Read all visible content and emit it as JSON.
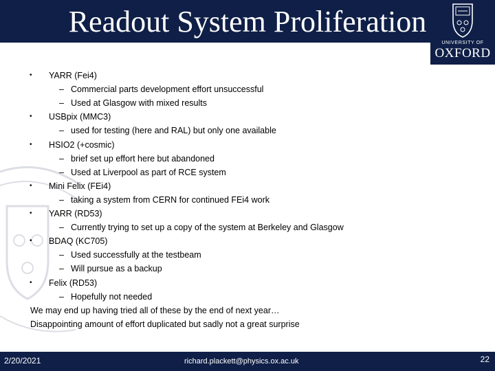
{
  "slide": {
    "title": "Readout System Proliferation",
    "logo": {
      "university_text": "UNIVERSITY OF",
      "name": "OXFORD",
      "icon": "oxford-crest-icon"
    },
    "colors": {
      "header_bg": "#0f1f47",
      "text": "#000000"
    },
    "items": [
      {
        "text": "YARR (Fei4)",
        "subitems": [
          "Commercial parts development effort unsuccessful",
          "Used at Glasgow with mixed results"
        ]
      },
      {
        "text": "USBpix (MMC3)",
        "subitems": [
          "used for testing (here and RAL) but only one available"
        ]
      },
      {
        "text": "HSIO2 (+cosmic)",
        "subitems": [
          "brief set up effort here but abandoned",
          "Used at Liverpool as part of RCE system"
        ]
      },
      {
        "text": "Mini Felix (FEi4)",
        "subitems": [
          "taking a system from CERN for continued FEi4 work"
        ]
      },
      {
        "text": "YARR (RD53)",
        "subitems": [
          "Currently trying to set up a copy of the system at Berkeley and Glasgow"
        ]
      },
      {
        "text": "BDAQ (KC705)",
        "subitems": [
          "Used successfully at the testbeam",
          "Will pursue as a backup"
        ]
      },
      {
        "text": "Felix (RD53)",
        "subitems": [
          "Hopefully not needed"
        ]
      }
    ],
    "bullet_char": "•",
    "dash_char": "–",
    "closing": [
      "We may end up having tried all of these by the end of next year…",
      "Disappointing amount of effort duplicated but sadly not a great surprise"
    ],
    "footer": {
      "date": "2/20/2021",
      "email": "richard.plackett@physics.ox.ac.uk",
      "page": "22"
    }
  }
}
